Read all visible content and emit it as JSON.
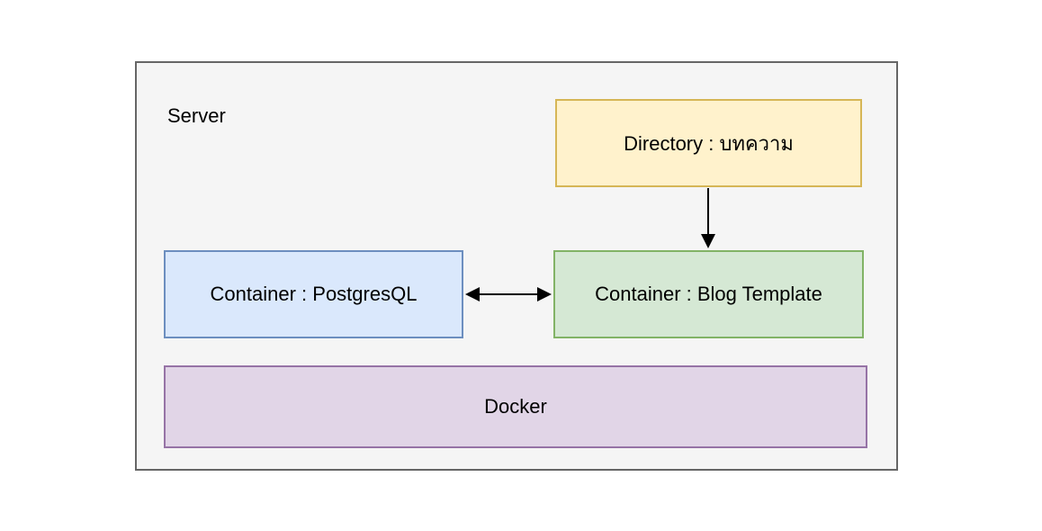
{
  "diagram": {
    "server": {
      "label": "Server"
    },
    "nodes": {
      "directory": {
        "label": "Directory : บทความ",
        "fill": "#fff2cc",
        "border": "#d6b656"
      },
      "postgres": {
        "label": "Container : PostgresQL",
        "fill": "#dae8fc",
        "border": "#6c8ebf"
      },
      "blog": {
        "label": "Container : Blog Template",
        "fill": "#d5e8d4",
        "border": "#82b366"
      },
      "docker": {
        "label": "Docker",
        "fill": "#e1d5e7",
        "border": "#9673a6"
      }
    },
    "edges": [
      {
        "id": "directory-to-blog",
        "from": "directory",
        "to": "blog",
        "type": "arrow-down"
      },
      {
        "id": "postgres-blog",
        "from": "postgres",
        "to": "blog",
        "type": "double-headed-horizontal"
      }
    ],
    "colors": {
      "page_background": "#ffffff",
      "server_fill": "#f5f5f5",
      "server_border": "#666666",
      "arrow": "#000000",
      "text": "#000000"
    }
  }
}
